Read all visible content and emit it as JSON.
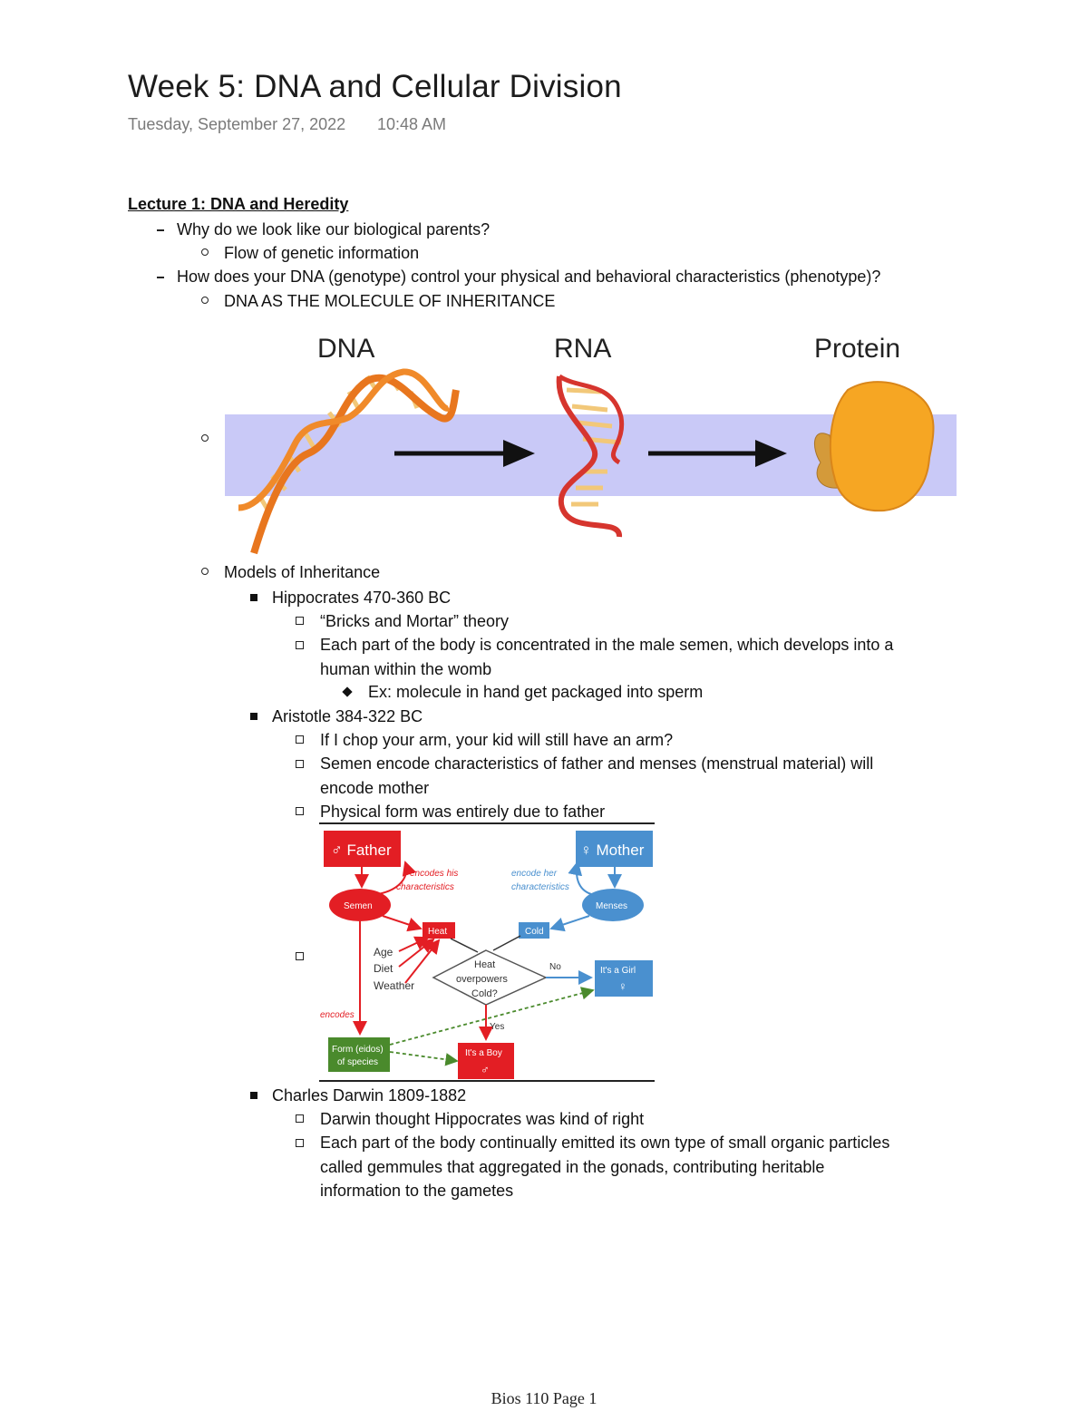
{
  "page": {
    "title": "Week 5: DNA and Cellular Division",
    "date": "Tuesday, September 27, 2022",
    "time": "10:48 AM",
    "footer": "Bios 110 Page 1"
  },
  "notes": {
    "heading": "Lecture 1: DNA and Heredity",
    "l1": "Why do we look like our biological parents?",
    "l2": "Flow of genetic information",
    "l3": "How does your DNA (genotype) control your physical and behavioral characteristics (phenotype)?",
    "l4": "DNA AS THE MOLECULE OF INHERITANCE",
    "l5": "Models of Inheritance",
    "l6": "Hippocrates 470-360 BC",
    "l7": "“Bricks and Mortar” theory",
    "l8a": "Each part of the body is concentrated in the male semen, which develops into a",
    "l8b": "human within the womb",
    "l9": "Ex: molecule in hand get packaged into sperm",
    "l10": "Aristotle 384-322 BC",
    "l11": "If I chop your arm, your kid will still have an arm?",
    "l12a": "Semen encode characteristics of father and menses (menstrual material) will",
    "l12b": "encode mother",
    "l13": "Physical form was entirely due to father",
    "l14": "Charles Darwin 1809-1882",
    "l15": "Darwin thought Hippocrates was kind of right",
    "l16a": "Each part of the body continually emitted its own type of small organic particles",
    "l16b": "called gemmules that aggregated in the gonads, contributing heritable",
    "l16c": "information to the gametes"
  },
  "figure1": {
    "dna_label": "DNA",
    "rna_label": "RNA",
    "protein_label": "Protein",
    "band_color": "#c9c9f7",
    "dna_color": "#e8761e",
    "rna_color": "#d6352e"
  },
  "figure2": {
    "father": "♂ Father",
    "mother": "♀ Mother",
    "encodes_his_1": "encodes his",
    "encodes_his_2": "characteristics",
    "encode_her_1": "encode her",
    "encode_her_2": "characteristics",
    "semen": "Semen",
    "menses": "Menses",
    "heat": "Heat",
    "cold": "Cold",
    "age": "Age",
    "diet": "Diet",
    "weather": "Weather",
    "q1": "Heat",
    "q2": "overpowers",
    "q3": "Cold?",
    "no": "No",
    "yes": "Yes",
    "girl": "It's a Girl",
    "girl_symbol": "♀",
    "boy": "It's a Boy",
    "boy_symbol": "♂",
    "encodes": "encodes",
    "form1": "Form (eidos)",
    "form2": "of species",
    "red": "#e31e24",
    "blue": "#4a90cf",
    "green": "#4a8a2c"
  }
}
